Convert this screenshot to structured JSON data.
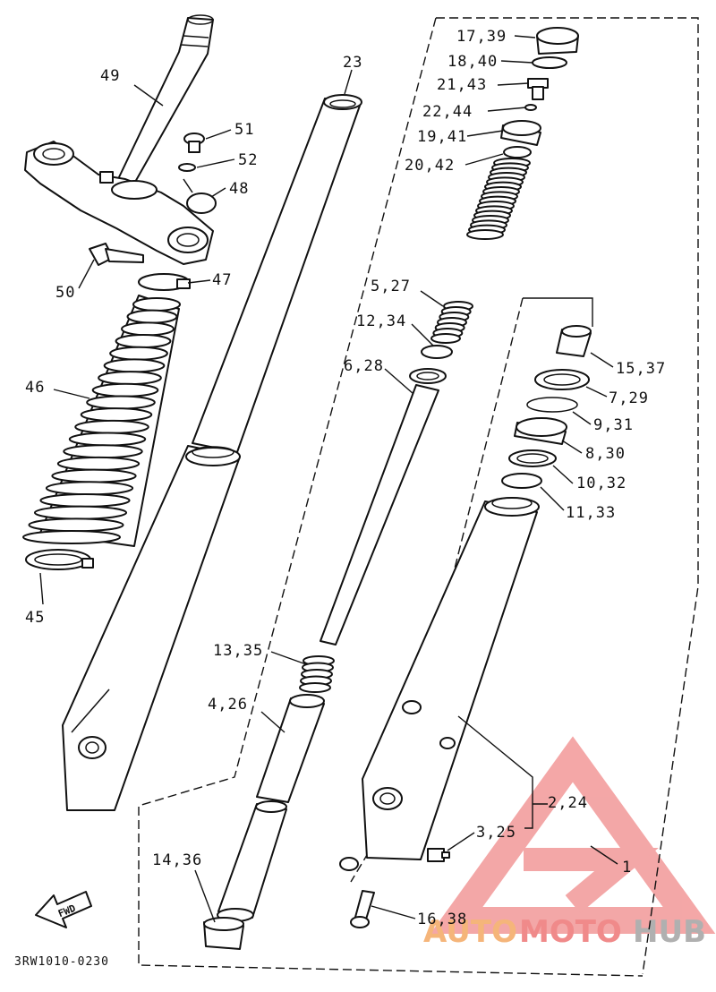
{
  "diagram_code": "3RW1010-0230",
  "fwd_label": "FWD",
  "watermark": {
    "brand_a": "AUTO",
    "brand_b": "MOTO",
    "brand_c": "HUB"
  },
  "colors": {
    "watermark_red": "#f08a8a",
    "watermark_orange": "#f5b57a",
    "watermark_grey": "#b9b9b9"
  },
  "labels": {
    "p1": "1",
    "p2_24": "2,24",
    "p3_25": "3,25",
    "p4_26": "4,26",
    "p5_27": "5,27",
    "p6_28": "6,28",
    "p7_29": "7,29",
    "p8_30": "8,30",
    "p9_31": "9,31",
    "p10_32": "10,32",
    "p11_33": "11,33",
    "p12_34": "12,34",
    "p13_35": "13,35",
    "p14_36": "14,36",
    "p15_37": "15,37",
    "p16_38": "16,38",
    "p17_39": "17,39",
    "p18_40": "18,40",
    "p19_41": "19,41",
    "p20_42": "20,42",
    "p21_43": "21,43",
    "p22_44": "22,44",
    "p23": "23",
    "p45": "45",
    "p46": "46",
    "p47": "47",
    "p48": "48",
    "p49": "49",
    "p50": "50",
    "p51": "51",
    "p52": "52"
  }
}
